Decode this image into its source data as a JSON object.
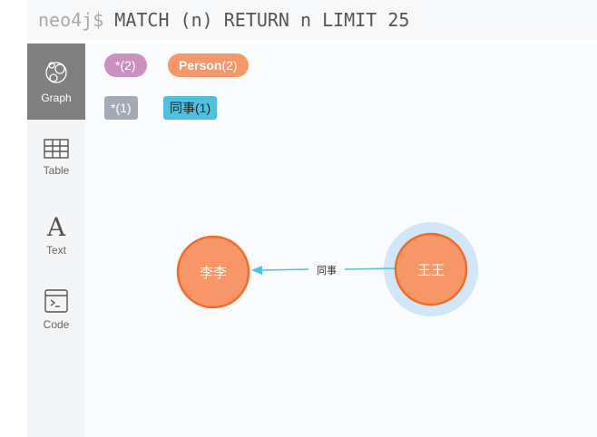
{
  "query": {
    "prompt": "neo4j$",
    "text": "MATCH (n) RETURN n LIMIT 25"
  },
  "sidebar": {
    "items": [
      {
        "label": "Graph"
      },
      {
        "label": "Table"
      },
      {
        "label": "Text"
      },
      {
        "label": "Code"
      }
    ]
  },
  "labels": [
    {
      "text": "*(2)"
    },
    {
      "name": "Person",
      "count": "(2)"
    }
  ],
  "rel_types": [
    {
      "text": "*(1)"
    },
    {
      "text": "同事(1)"
    }
  ],
  "graph": {
    "nodes": [
      {
        "label": "李李"
      },
      {
        "label": "王王"
      }
    ],
    "relationship": {
      "label": "同事"
    }
  },
  "colors": {
    "node": "#f79767",
    "node_border": "#f16b25",
    "rel": "#4fc1e0",
    "selected_halo": "#cfe6fb",
    "label_all": "#c990c0",
    "rel_all": "#a5abb6"
  }
}
